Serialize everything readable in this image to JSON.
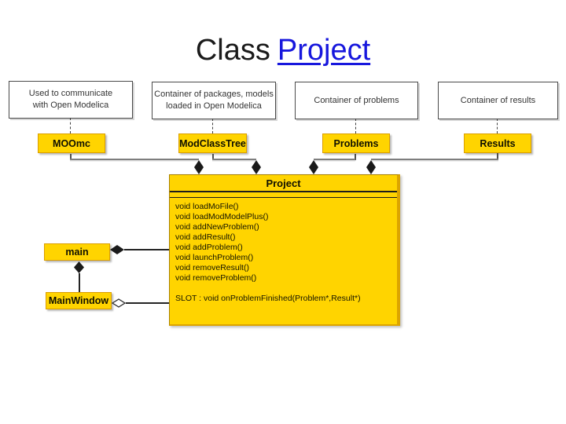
{
  "title": {
    "prefix": "Class",
    "link_text": "Project"
  },
  "notes": [
    [
      "Used to communicate",
      "with Open Modelica"
    ],
    [
      "Container of packages, models",
      "loaded in Open Modelica"
    ],
    [
      "Container of problems"
    ],
    [
      "Container of results"
    ]
  ],
  "labels": {
    "moomc": "MOOmc",
    "modclasstree": "ModClassTree",
    "problems": "Problems",
    "results": "Results",
    "main": "main",
    "mainwindow": "MainWindow"
  },
  "project": {
    "name": "Project",
    "methods": [
      "void loadMoFile()",
      "void loadModModelPlus()",
      "void addNewProblem()",
      "void addResult()",
      "void addProblem()",
      "void launchProblem()",
      "void removeResult()",
      "void removeProblem()"
    ],
    "slot": "SLOT : void onProblemFinished(Problem*,Result*)"
  },
  "colors": {
    "class_fill": "#FFD400",
    "class_border": "#DB9E00",
    "link_blue": "#1717DD",
    "connector_gray": "#7E7E7E",
    "line_black": "#242424",
    "note_border": "#4A4A4A"
  }
}
